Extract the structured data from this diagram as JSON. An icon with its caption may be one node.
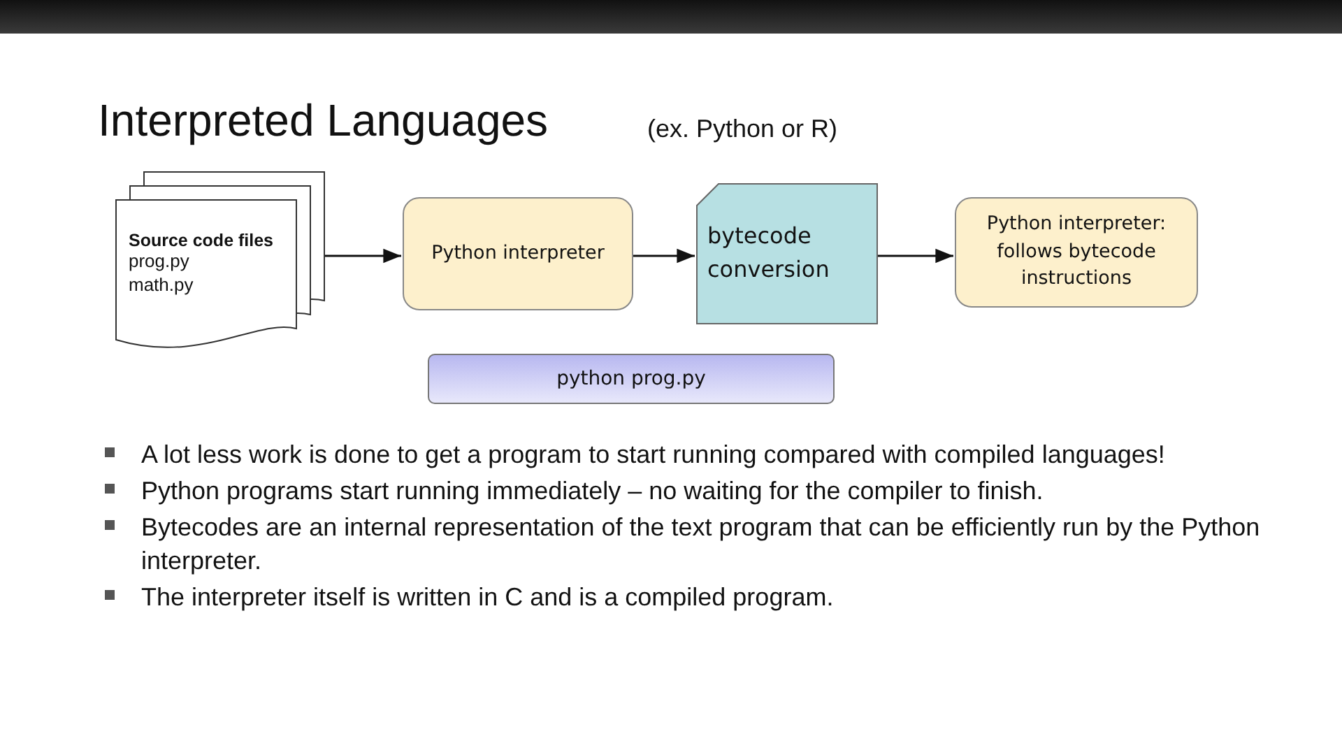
{
  "diagram": {
    "title": "Interpreted Languages",
    "nodes": [
      {
        "text": [
          "Source code files",
          "prog.py math.py"
        ]
      },
      {
        "text": [
          "Python interpreter"
        ]
      },
      {
        "text": [
          "bytecode conversion"
        ]
      },
      {
        "text": [
          "Python interpreter: follows bytecode instructions"
        ]
      },
      {
        "text": [
          "python prog.py"
        ]
      }
    ],
    "edges": [
      {
        "from": 0,
        "to": 1,
        "arrow": "to"
      },
      {
        "from": 1,
        "to": 2,
        "arrow": "to"
      },
      {
        "from": 2,
        "to": 3,
        "arrow": "to"
      }
    ],
    "labels": [
      "(ex. Python or R)",
      "A lot less work is done to get a program to start running compared with compiled languages!",
      "Python programs start running immediately – no waiting for the compiler to finish.",
      "Bytecodes are an internal representation of the text program that can be efficiently run by the Python interpreter.",
      "The interpreter itself is written in C and is a compiled program."
    ]
  }
}
